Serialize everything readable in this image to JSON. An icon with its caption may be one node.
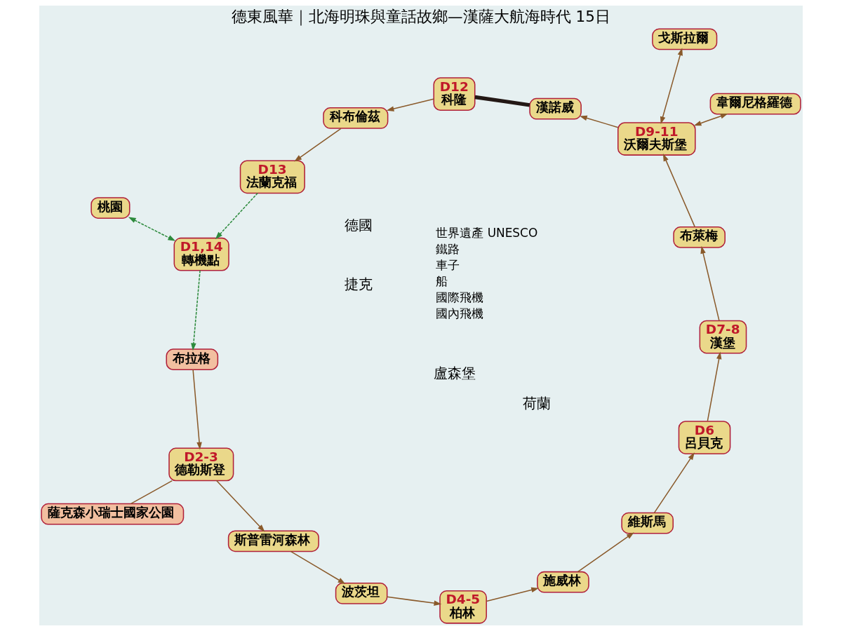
{
  "diagram": {
    "title": "德東風華｜北海明珠與童話故鄉—漢薩大航海時代 15日",
    "nodes": [
      {
        "text": [
          "桃園"
        ]
      },
      {
        "text": [
          "D1,14",
          "轉機點"
        ]
      },
      {
        "text": [
          "布拉格"
        ]
      },
      {
        "text": [
          "D2-3",
          "德勒斯登"
        ]
      },
      {
        "text": [
          "薩克森小瑞士國家公園"
        ]
      },
      {
        "text": [
          "斯普雷河森林"
        ]
      },
      {
        "text": [
          "波茨坦"
        ]
      },
      {
        "text": [
          "D4-5",
          "柏林"
        ]
      },
      {
        "text": [
          "施威林"
        ]
      },
      {
        "text": [
          "維斯馬"
        ]
      },
      {
        "text": [
          "D6",
          "呂貝克"
        ]
      },
      {
        "text": [
          "D7-8",
          "漢堡"
        ]
      },
      {
        "text": [
          "布萊梅"
        ]
      },
      {
        "text": [
          "D9-11",
          "沃爾夫斯堡"
        ]
      },
      {
        "text": [
          "戈斯拉爾"
        ]
      },
      {
        "text": [
          "韋爾尼格羅德"
        ]
      },
      {
        "text": [
          "漢諾威"
        ]
      },
      {
        "text": [
          "D12",
          "科隆"
        ]
      },
      {
        "text": [
          "科布倫茲"
        ]
      },
      {
        "text": [
          "D13",
          "法蘭克福"
        ]
      }
    ],
    "edges": [
      {
        "from": 0,
        "to": 1,
        "arrow": "both",
        "style": "dashed",
        "color": "#2e8b3e"
      },
      {
        "from": 1,
        "to": 2,
        "arrow": "to",
        "style": "dashed",
        "color": "#2e8b3e"
      },
      {
        "from": 2,
        "to": 3,
        "arrow": "to"
      },
      {
        "from": 3,
        "to": 4,
        "arrow": "none"
      },
      {
        "from": 3,
        "to": 5,
        "arrow": "to"
      },
      {
        "from": 5,
        "to": 6,
        "arrow": "to"
      },
      {
        "from": 6,
        "to": 7,
        "arrow": "to"
      },
      {
        "from": 7,
        "to": 8,
        "arrow": "to"
      },
      {
        "from": 8,
        "to": 9,
        "arrow": "to"
      },
      {
        "from": 9,
        "to": 10,
        "arrow": "to"
      },
      {
        "from": 10,
        "to": 11,
        "arrow": "to"
      },
      {
        "from": 11,
        "to": 12,
        "arrow": "to"
      },
      {
        "from": 12,
        "to": 13,
        "arrow": "to"
      },
      {
        "from": 13,
        "to": 14,
        "arrow": "both"
      },
      {
        "from": 13,
        "to": 15,
        "arrow": "both"
      },
      {
        "from": 13,
        "to": 16,
        "arrow": "to"
      },
      {
        "from": 16,
        "to": 17,
        "arrow": "none",
        "style": "thick",
        "color": "#231815"
      },
      {
        "from": 17,
        "to": 18,
        "arrow": "to"
      },
      {
        "from": 18,
        "to": 19,
        "arrow": "to"
      },
      {
        "from": 19,
        "to": 1,
        "arrow": "to",
        "style": "dashed",
        "color": "#2e8b3e"
      }
    ],
    "labels": [
      "荷蘭",
      "德國",
      "盧森堡",
      "捷克"
    ],
    "legend": [
      {
        "text": "世界遺產 UNESCO"
      },
      {
        "text": "鐵路"
      },
      {
        "text": "車子"
      },
      {
        "text": "船"
      },
      {
        "text": "國際飛機"
      },
      {
        "text": "國內飛機"
      }
    ]
  }
}
